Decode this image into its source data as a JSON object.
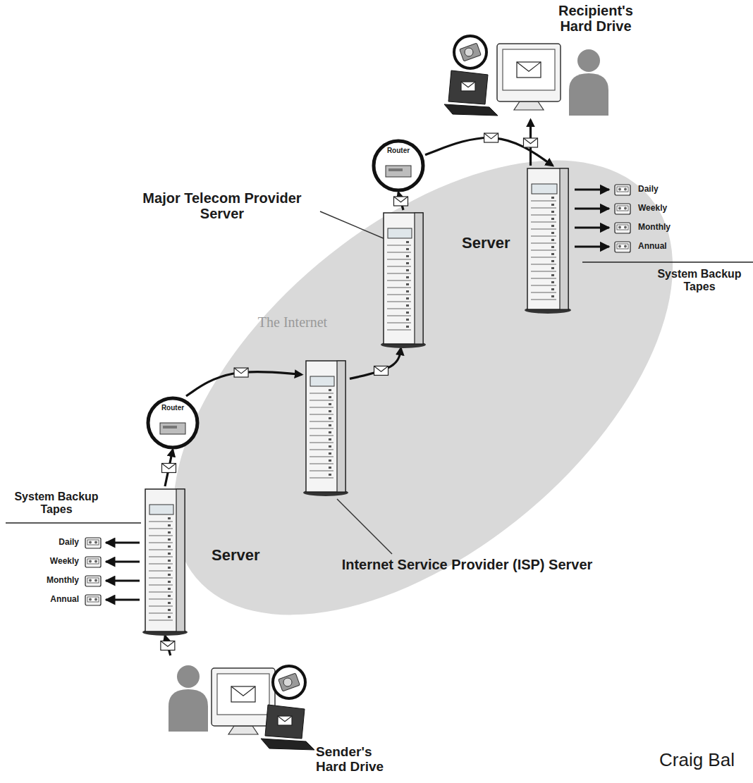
{
  "diagram": {
    "nodes": [
      {
        "text": [
          "The Internet"
        ]
      },
      {
        "text": [
          "Sender's Hard Drive"
        ]
      },
      {
        "text": [
          "Server"
        ]
      },
      {
        "text": [
          "Router"
        ]
      },
      {
        "text": [
          "Internet Service Provider (ISP) Server"
        ],
        "in": 0
      },
      {
        "text": [
          "Major Telecom Provider Server"
        ],
        "in": 0
      },
      {
        "text": [
          "Router"
        ]
      },
      {
        "text": [
          "Server"
        ]
      },
      {
        "text": [
          "Recipient's Hard Drive"
        ]
      }
    ],
    "edges": [
      {
        "from": 1,
        "to": 2,
        "arrow": "to"
      },
      {
        "from": 2,
        "to": 3,
        "arrow": "to"
      },
      {
        "from": 3,
        "to": 4,
        "arrow": "to"
      },
      {
        "from": 4,
        "to": 5,
        "arrow": "to"
      },
      {
        "from": 5,
        "to": 6,
        "arrow": "to"
      },
      {
        "from": 6,
        "to": 7,
        "arrow": "to"
      },
      {
        "from": 7,
        "to": 8,
        "arrow": "to"
      }
    ],
    "labels": [
      "Daily",
      "Weekly",
      "Monthly",
      "Annual",
      "System Backup Tapes",
      "System Backup Tapes",
      "Daily",
      "Weekly",
      "Monthly",
      "Annual",
      "Craig Bal"
    ]
  }
}
